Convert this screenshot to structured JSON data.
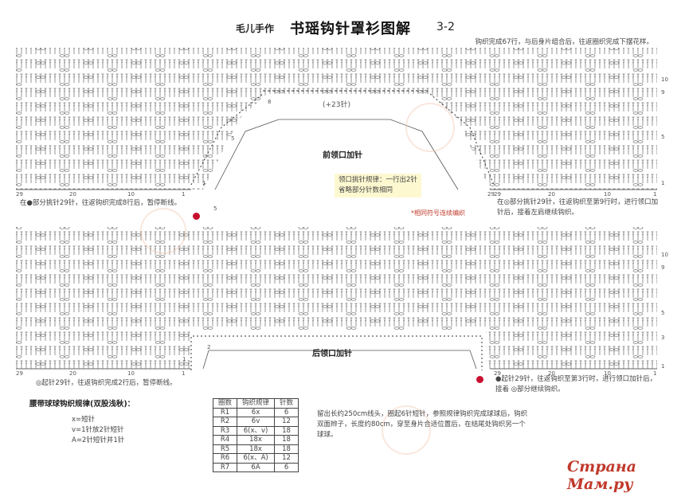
{
  "header": {
    "brand": "毛儿手作",
    "title": "书瑶钩针罩衫图解",
    "page": "3-2"
  },
  "top_note": "钩织完成67行，与后身片组合后，往返圈织完成下摆花样。",
  "front_chart": {
    "increase_label": "(+23针)",
    "center_label": "前领口加针",
    "rule_note_line1": "领口挑针规律：一行出2针",
    "rule_note_line2": "省略部分针数相同",
    "same_symbol_note": "*相同符号连续编织",
    "left_note": "在●部分挑针29针，往返钩织完成8行后，暂停断线。",
    "right_note_line1": "在◎部分挑针29针，往返钩织至第9行时，进行领口加",
    "right_note_line2": "针后，接着左肩继续钩织。",
    "row_labels": [
      "10",
      "9",
      "5",
      "1"
    ],
    "inner_labels": [
      "8",
      "5",
      "1",
      "29",
      "5"
    ],
    "axis_left": [
      "29",
      "20",
      "10",
      "1"
    ],
    "axis_right": [
      "29",
      "20",
      "10",
      "1"
    ]
  },
  "back_chart": {
    "center_label": "后领口加针",
    "left_note": "◎起针29针，往返钩织完成2行后，暂停断线。",
    "right_note_line1": "●起针29针，往返钩织至第3行时，进行领口加针后，",
    "right_note_line2": "接着 ◎部分继续钩织。",
    "row_labels": [
      "10",
      "9",
      "5",
      "3",
      "1"
    ],
    "inner_labels": [
      "2",
      "1"
    ],
    "axis_left": [
      "29",
      "20",
      "10",
      "1"
    ],
    "axis_right": [
      "29",
      "20",
      "10",
      "1"
    ]
  },
  "belt": {
    "title": "腰带球球钩织规律(双股浅秋)：",
    "legend": [
      "x=短针",
      "v=1针放2针短针",
      "A=2针短针并1针"
    ],
    "table_headers": [
      "圈数",
      "钩织规律",
      "针数"
    ],
    "table_rows": [
      [
        "R1",
        "6x",
        "6"
      ],
      [
        "R2",
        "6v",
        "12"
      ],
      [
        "R3",
        "6(x、v)",
        "18"
      ],
      [
        "R4",
        "18x",
        "18"
      ],
      [
        "R5",
        "18x",
        "18"
      ],
      [
        "R6",
        "6(x、A)",
        "12"
      ],
      [
        "R7",
        "6A",
        "6"
      ]
    ],
    "instructions": "留出长约250cm线头，圈起6针短针，参照规律钩织完成球球后，钩织双面辫子，长度约80cm，穿至身片合适位置后，在结尾处钩织另一个球球。"
  },
  "site_logo": "Страна Мам.ру",
  "colors": {
    "accent_red": "#c8102e",
    "note_yellow": "#fdf8d0",
    "watermark": "#f2b9a0"
  }
}
